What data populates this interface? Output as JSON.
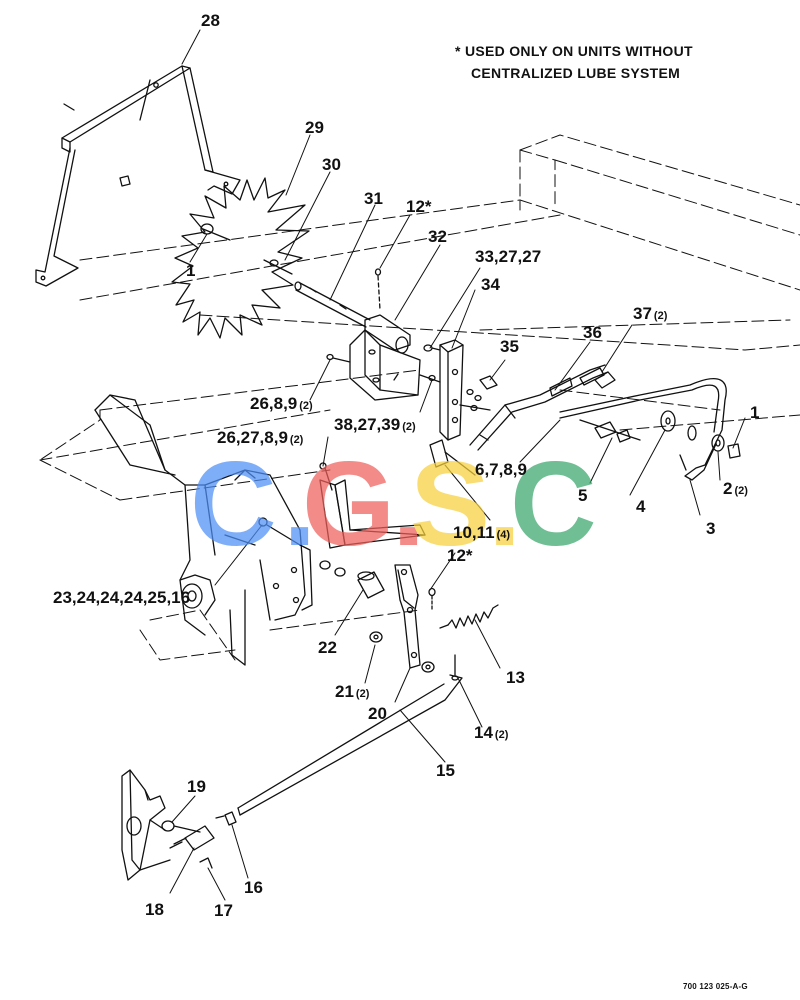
{
  "note": {
    "line1": "* USED ONLY ON UNITS WITHOUT",
    "line2": "CENTRALIZED LUBE SYSTEM"
  },
  "callouts": [
    {
      "id": "c28",
      "main": "28",
      "qty": ""
    },
    {
      "id": "c29",
      "main": "29",
      "qty": ""
    },
    {
      "id": "c30",
      "main": "30",
      "qty": ""
    },
    {
      "id": "c31",
      "main": "31",
      "qty": ""
    },
    {
      "id": "c12a",
      "main": "12*",
      "qty": ""
    },
    {
      "id": "c32",
      "main": "32",
      "qty": ""
    },
    {
      "id": "c33",
      "main": "33,27,27",
      "qty": ""
    },
    {
      "id": "c34",
      "main": "34",
      "qty": ""
    },
    {
      "id": "c1a",
      "main": "1",
      "qty": ""
    },
    {
      "id": "c35",
      "main": "35",
      "qty": ""
    },
    {
      "id": "c36",
      "main": "36",
      "qty": ""
    },
    {
      "id": "c37",
      "main": "37",
      "qty": "(2)"
    },
    {
      "id": "c26a",
      "main": "26,8,9",
      "qty": "(2)"
    },
    {
      "id": "c38",
      "main": "38,27,39",
      "qty": "(2)"
    },
    {
      "id": "c1b",
      "main": "1",
      "qty": ""
    },
    {
      "id": "c26b",
      "main": "26,27,8,9",
      "qty": "(2)"
    },
    {
      "id": "c6",
      "main": "6,7,8,9",
      "qty": ""
    },
    {
      "id": "c2",
      "main": "2",
      "qty": "(2)"
    },
    {
      "id": "c4",
      "main": "4",
      "qty": ""
    },
    {
      "id": "c5",
      "main": "5",
      "qty": ""
    },
    {
      "id": "c3",
      "main": "3",
      "qty": ""
    },
    {
      "id": "c10",
      "main": "10,11",
      "qty": "(4)"
    },
    {
      "id": "c12b",
      "main": "12*",
      "qty": ""
    },
    {
      "id": "c23",
      "main": "23,24,24,24,25,16",
      "qty": ""
    },
    {
      "id": "c22",
      "main": "22",
      "qty": ""
    },
    {
      "id": "c13",
      "main": "13",
      "qty": ""
    },
    {
      "id": "c21",
      "main": "21",
      "qty": "(2)"
    },
    {
      "id": "c20",
      "main": "20",
      "qty": ""
    },
    {
      "id": "c14",
      "main": "14",
      "qty": "(2)"
    },
    {
      "id": "c15",
      "main": "15",
      "qty": ""
    },
    {
      "id": "c19",
      "main": "19",
      "qty": ""
    },
    {
      "id": "c16",
      "main": "16",
      "qty": ""
    },
    {
      "id": "c18",
      "main": "18",
      "qty": ""
    },
    {
      "id": "c17",
      "main": "17",
      "qty": ""
    }
  ],
  "watermark": {
    "letters": [
      "C",
      "G",
      "S",
      "C"
    ],
    "dots": [
      ".",
      ".",
      "."
    ],
    "colors": [
      "#4f8ff7",
      "#ef5f5b",
      "#f7cf3c",
      "#39a66c"
    ]
  },
  "drawing_number": "700 123 025-A-G"
}
